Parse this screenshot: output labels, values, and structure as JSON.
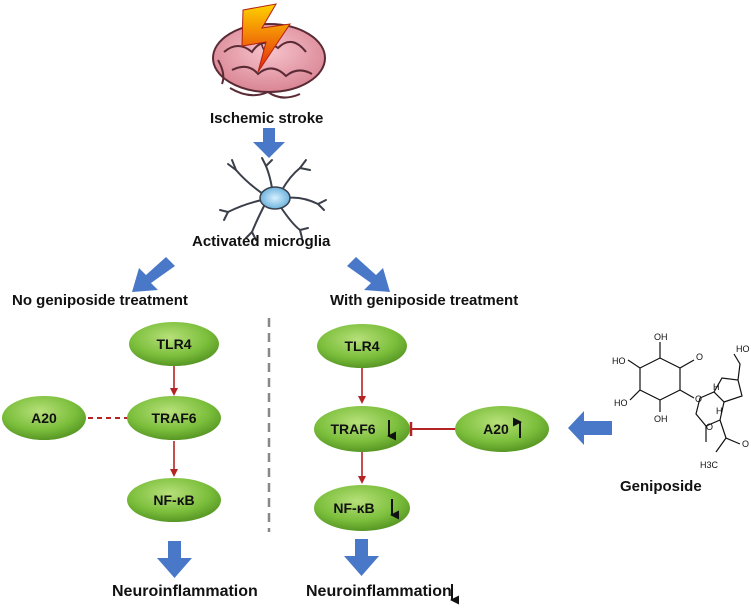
{
  "title_stroke": "Ischemic stroke",
  "title_microglia": "Activated microglia",
  "left_panel": {
    "heading": "No geniposide treatment",
    "tlr4": "TLR4",
    "traf6": "TRAF6",
    "nfkb": "NF-κB",
    "a20": "A20",
    "outcome": "Neuroinflammation"
  },
  "right_panel": {
    "heading": "With geniposide treatment",
    "tlr4": "TLR4",
    "traf6": "TRAF6",
    "nfkb": "NF-κB",
    "a20": "A20",
    "outcome": "Neuroinflammation"
  },
  "compound": {
    "name": "Geniposide",
    "atoms": [
      "OH",
      "HO",
      "HO",
      "OH",
      "O",
      "O",
      "H",
      "H",
      "HO",
      "O",
      "H3C",
      "O"
    ]
  },
  "colors": {
    "node_fill": "#7cbf3c",
    "arrow_blue": "#4a78c9",
    "arrow_red": "#b52424",
    "divider": "#888888"
  }
}
